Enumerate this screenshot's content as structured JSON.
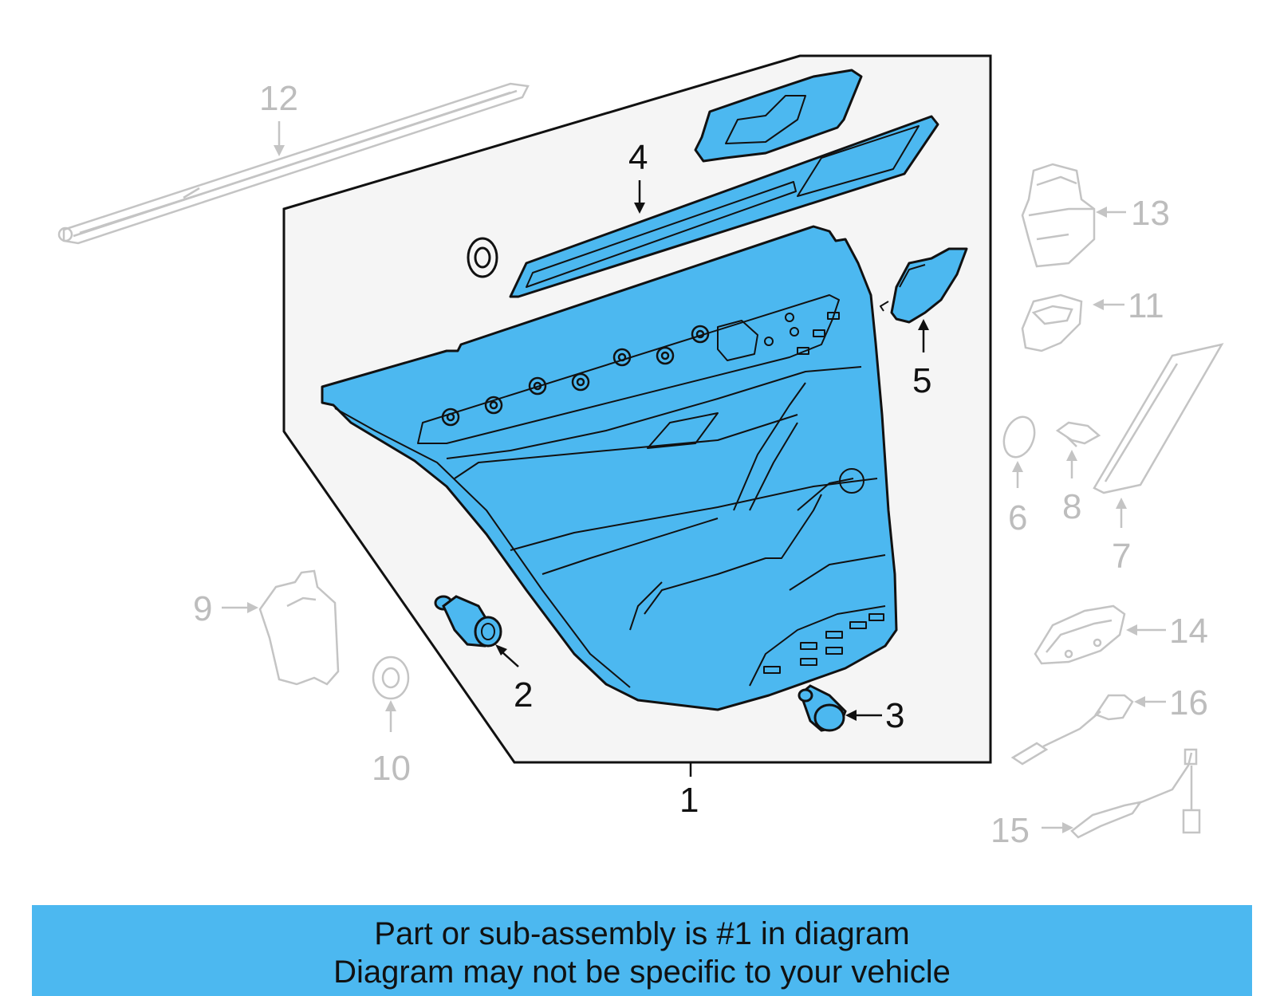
{
  "colors": {
    "highlight": "#4cb8f0",
    "banner": "#4cb8f0",
    "panel_bg": "#f5f5f5",
    "outline": "#111111",
    "ghost": "#c4c4c4"
  },
  "callouts": {
    "c1": "1",
    "c2": "2",
    "c3": "3",
    "c4": "4",
    "c5": "5",
    "c6": "6",
    "c7": "7",
    "c8": "8",
    "c9": "9",
    "c10": "10",
    "c11": "11",
    "c12": "12",
    "c13": "13",
    "c14": "14",
    "c15": "15",
    "c16": "16"
  },
  "banner": {
    "line1": "Part or sub-assembly is #1 in diagram",
    "line2": "Diagram may not be specific to your vehicle"
  }
}
